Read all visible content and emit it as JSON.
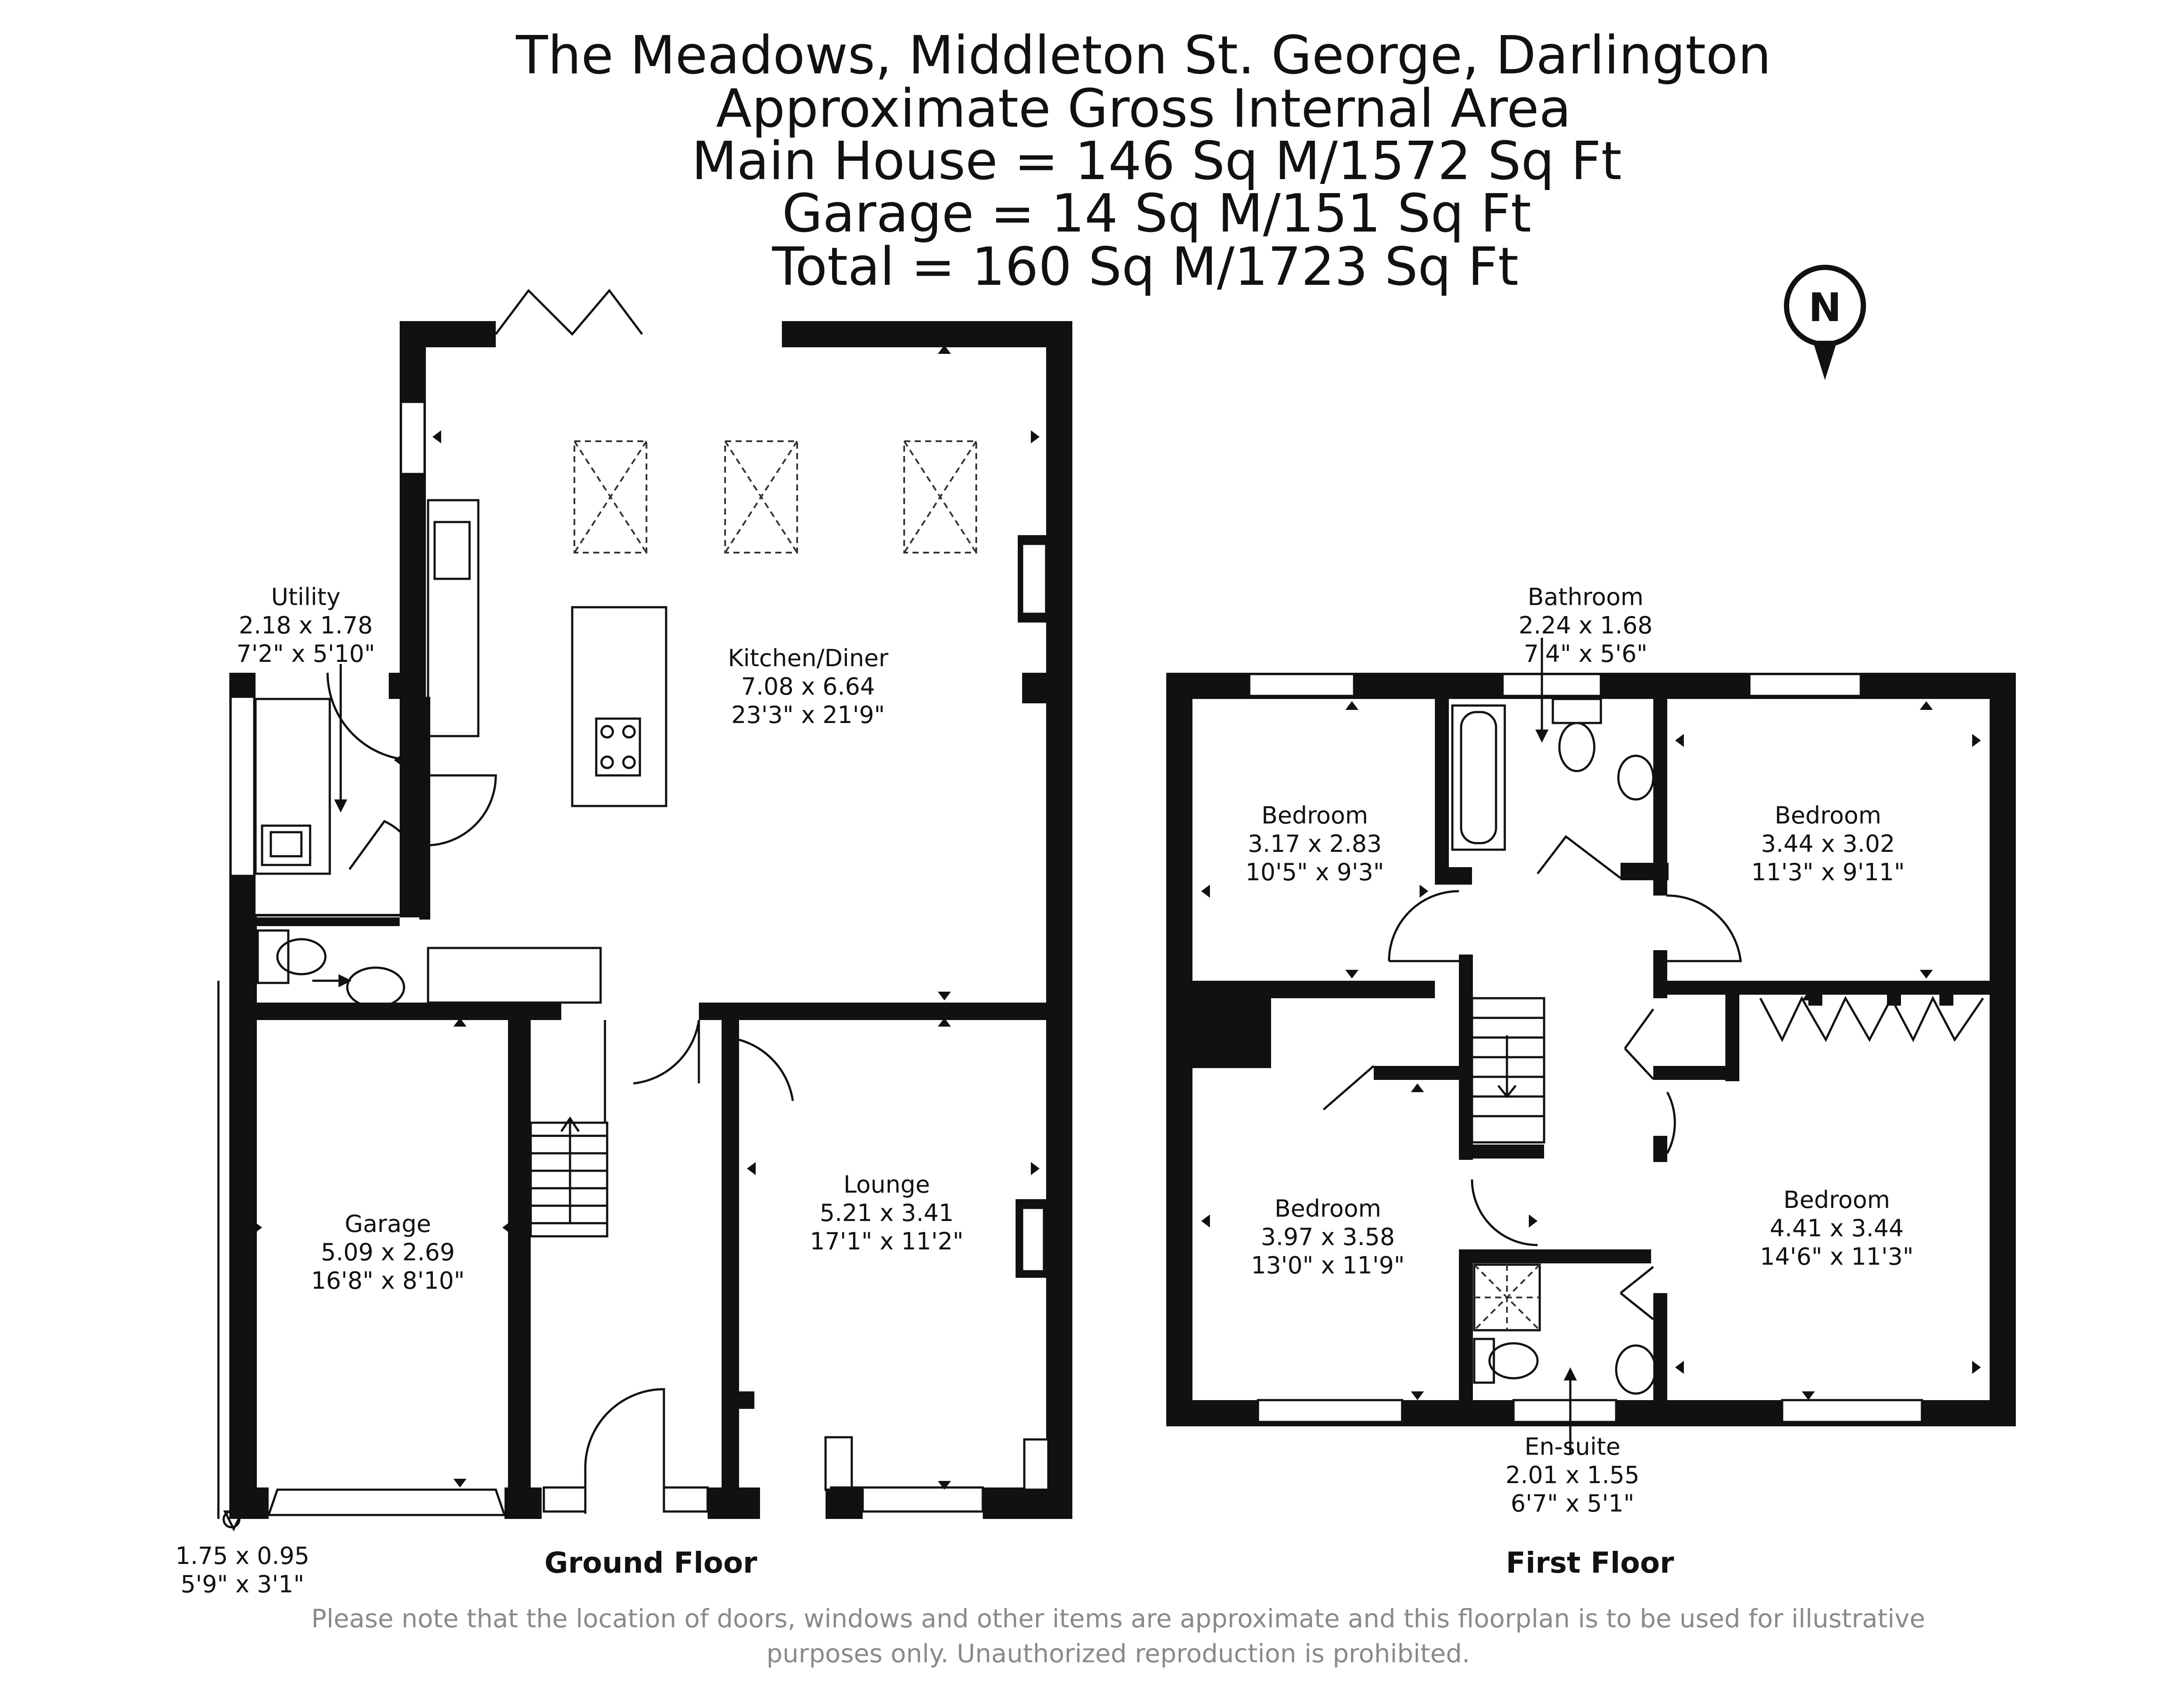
{
  "header": {
    "line1": "The Meadows, Middleton St. George, Darlington",
    "line2": "Approximate Gross Internal Area",
    "line3": "Main House = 146 Sq M/1572 Sq Ft",
    "line4": "Garage = 14 Sq M/151 Sq Ft",
    "line5": "Total = 160 Sq M/1723 Sq Ft"
  },
  "compass": {
    "letter": "N"
  },
  "ground_floor": {
    "label": "Ground Floor",
    "rooms": {
      "kitchen": {
        "name": "Kitchen/Diner",
        "metric": "7.08 x 6.64",
        "imperial": "23'3\" x 21'9\""
      },
      "utility": {
        "name": "Utility",
        "metric": "2.18 x 1.78",
        "imperial": "7'2\" x 5'10\""
      },
      "lounge": {
        "name": "Lounge",
        "metric": "5.21 x 3.41",
        "imperial": "17'1\" x 11'2\""
      },
      "garage": {
        "name": "Garage",
        "metric": "5.09 x 2.69",
        "imperial": "16'8\" x 8'10\""
      },
      "cupboard": {
        "metric": "1.75 x 0.95",
        "imperial": "5'9\" x 3'1\""
      }
    }
  },
  "first_floor": {
    "label": "First Floor",
    "rooms": {
      "bathroom": {
        "name": "Bathroom",
        "metric": "2.24 x 1.68",
        "imperial": "7'4\" x 5'6\""
      },
      "bedroom_nw": {
        "name": "Bedroom",
        "metric": "3.17 x 2.83",
        "imperial": "10'5\" x 9'3\""
      },
      "bedroom_ne": {
        "name": "Bedroom",
        "metric": "3.44 x 3.02",
        "imperial": "11'3\" x 9'11\""
      },
      "bedroom_sw": {
        "name": "Bedroom",
        "metric": "3.97 x 3.58",
        "imperial": "13'0\" x 11'9\""
      },
      "bedroom_se": {
        "name": "Bedroom",
        "metric": "4.41 x 3.44",
        "imperial": "14'6\" x 11'3\""
      },
      "ensuite": {
        "name": "En-suite",
        "metric": "2.01 x 1.55",
        "imperial": "6'7\" x 5'1\""
      }
    }
  },
  "disclaimer": {
    "line1": "Please note that the location of doors, windows and other items are approximate and this floorplan is to be used for illustrative",
    "line2": "purposes only. Unauthorized reproduction is prohibited."
  }
}
